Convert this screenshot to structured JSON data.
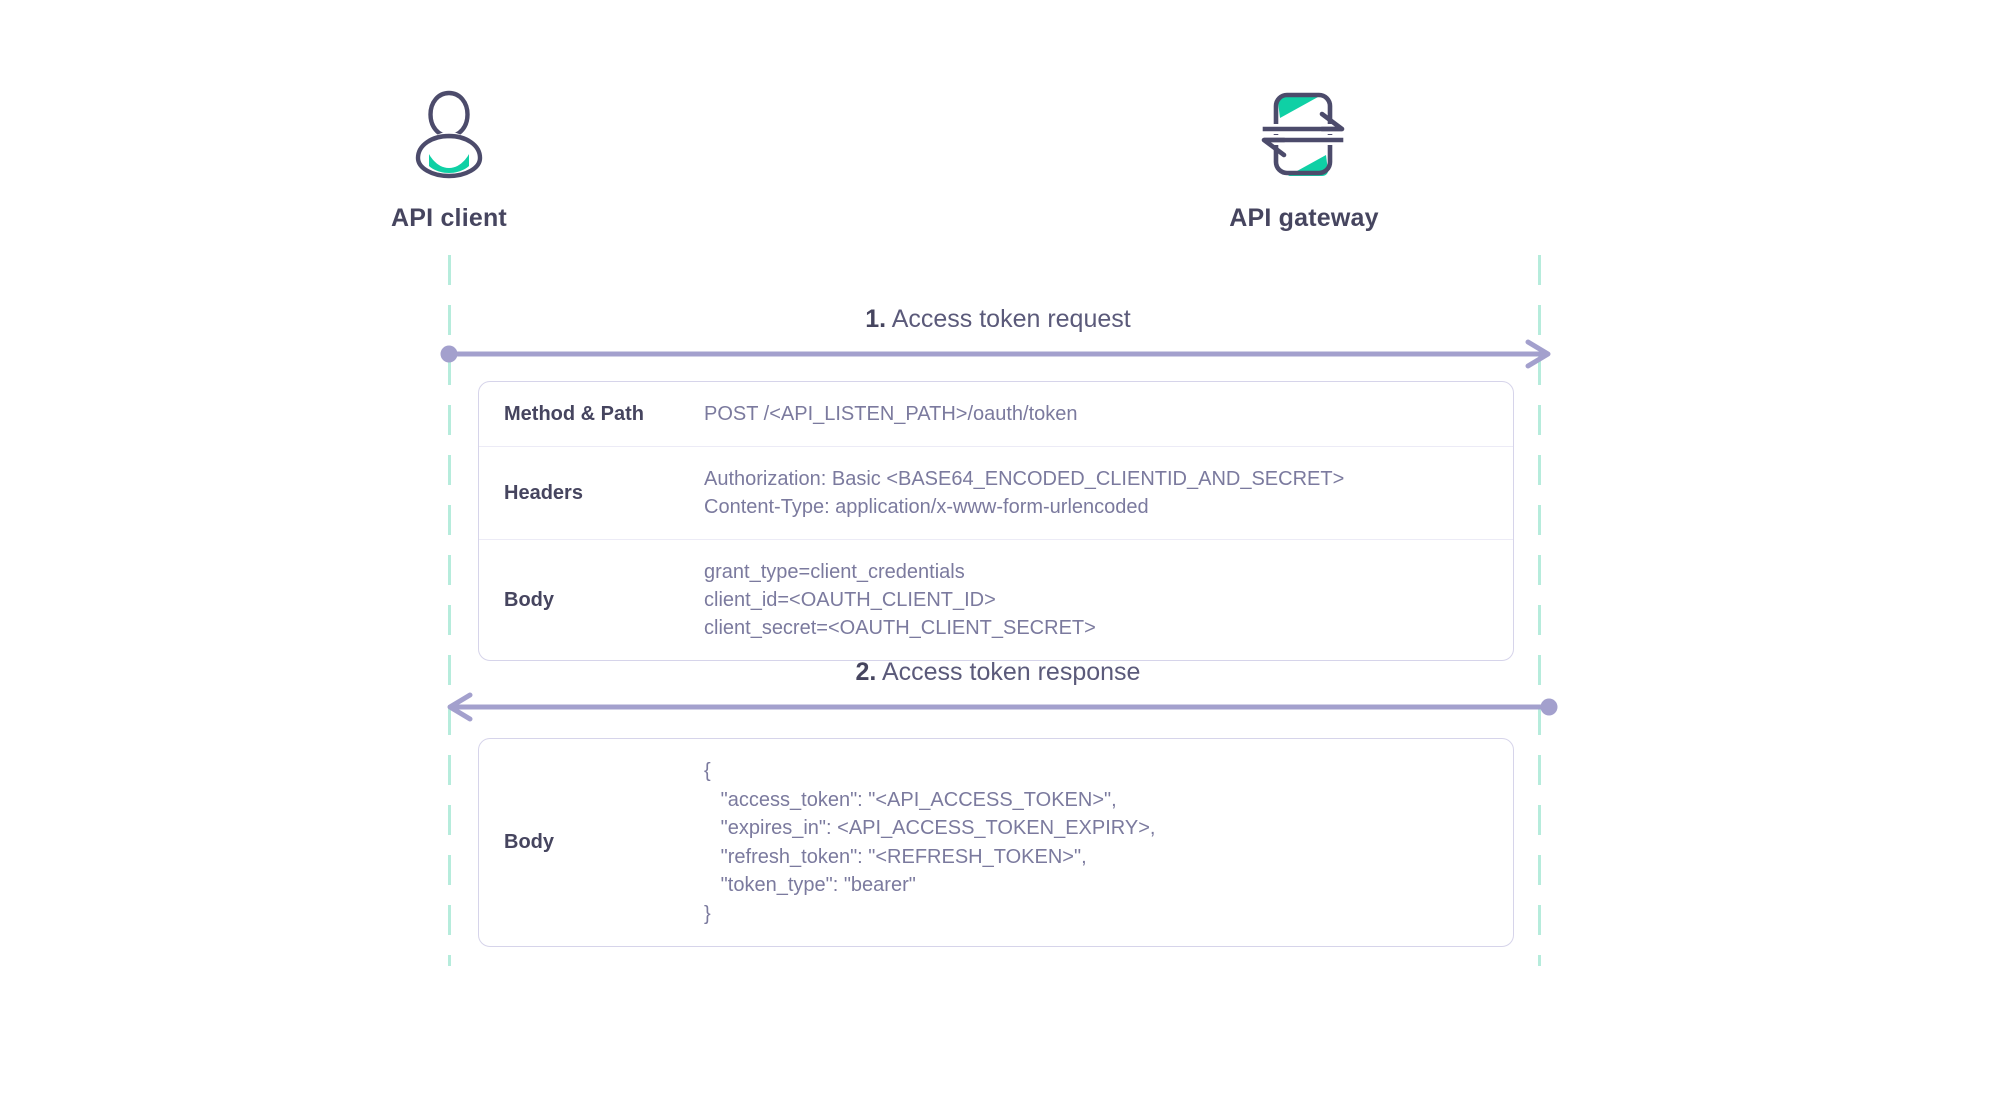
{
  "actors": [
    {
      "id": "api-client",
      "label": "API client",
      "icon": "user-icon"
    },
    {
      "id": "api-gateway",
      "label": "API gateway",
      "icon": "gateway-icon"
    }
  ],
  "messages": [
    {
      "number": "1.",
      "text": "Access token request",
      "direction": "client-to-gateway"
    },
    {
      "number": "2.",
      "text": "Access token response",
      "direction": "gateway-to-client"
    }
  ],
  "request_card": {
    "rows": [
      {
        "key": "Method & Path",
        "value": "POST /<API_LISTEN_PATH>/oauth/token"
      },
      {
        "key": "Headers",
        "value": "Authorization: Basic <BASE64_ENCODED_CLIENTID_AND_SECRET>\nContent-Type: application/x-www-form-urlencoded"
      },
      {
        "key": "Body",
        "value": "grant_type=client_credentials\nclient_id=<OAUTH_CLIENT_ID>\nclient_secret=<OAUTH_CLIENT_SECRET>"
      }
    ]
  },
  "response_card": {
    "rows": [
      {
        "key": "Body",
        "value": "{\n   \"access_token\": \"<API_ACCESS_TOKEN>\",\n   \"expires_in\": <API_ACCESS_TOKEN_EXPIRY>,\n   \"refresh_token\": \"<REFRESH_TOKEN>\",\n   \"token_type\": \"bearer\"\n}"
      }
    ]
  },
  "colors": {
    "accent_teal": "#0fd0a5",
    "icon_outline": "#4c4b6b",
    "lifeline": "#b6ecdc",
    "arrow": "#a3a0cd",
    "heading_text": "#46455f",
    "body_text": "#7b7a9e",
    "card_border": "#d6d4ea",
    "row_divider": "#ecebf6"
  }
}
